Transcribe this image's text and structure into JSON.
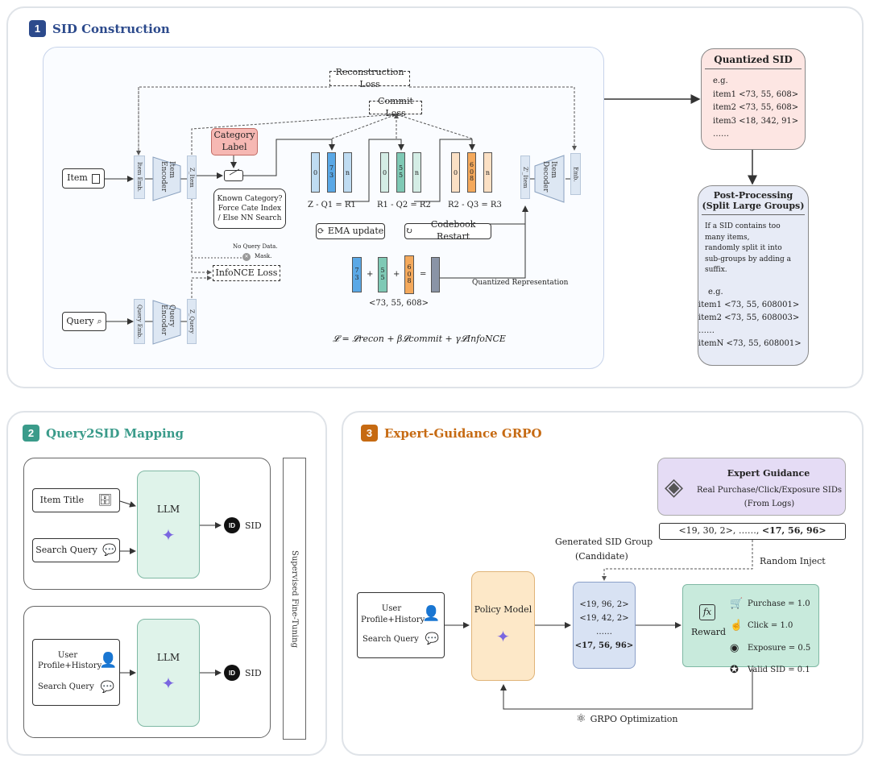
{
  "sections": {
    "s1": {
      "num": "1",
      "title": "SID Construction"
    },
    "s2": {
      "num": "2",
      "title": "Query2SID Mapping"
    },
    "s3": {
      "num": "3",
      "title": "Expert-Guidance GRPO"
    }
  },
  "colors": {
    "s1": "#2c4a8c",
    "s2": "#3a9b8a",
    "s3": "#c66a12",
    "blue_code": "#5aa8e6",
    "green_code": "#7fc9b5",
    "orange_code": "#f4a95c",
    "category": "#f6b8b3",
    "llm": "#dff3ea",
    "policy": "#fde8c8",
    "expert": "#e5dcf5"
  },
  "s1": {
    "item_label": "Item",
    "query_label": "Query",
    "item_emb": "Item Emb.",
    "query_emb": "Query Emb.",
    "item_encoder": "Item Encoder",
    "query_encoder": "Query Encoder",
    "z_item": "Z_Item",
    "z_query": "Z_Query",
    "category_label": "Category Label",
    "known_category": "Known Category? Force Cate Index / Else NN Search",
    "reconstruction_loss": "Reconstruction Loss",
    "commit_loss": "Commit Loss",
    "no_query_data": "No Query Data.",
    "mask": "Mask.",
    "infonce_loss": "InfoNCE Loss",
    "codebooks": [
      {
        "cells": [
          "0",
          "",
          "7\n3",
          "",
          "n"
        ],
        "caption": "Z - Q1 = R1"
      },
      {
        "cells": [
          "0",
          "",
          "5\n5",
          "",
          "n"
        ],
        "caption": "R1 - Q2 = R2"
      },
      {
        "cells": [
          "0",
          "",
          "6\n0\n8",
          "",
          "n"
        ],
        "caption": "R2 - Q3 = R3"
      }
    ],
    "ema_update": "EMA update",
    "codebook_restart": "Codebook Restart",
    "sum_codes": [
      "7\n3",
      "5\n5",
      "6\n0\n8"
    ],
    "plus": "+",
    "equals": "=",
    "sid_tuple": "<73, 55, 608>",
    "quantized_representation": "Quantized Representation",
    "z_item_hat": "Z'_Item",
    "item_decoder": "Item Decoder",
    "emb": "Emb.",
    "formula": "𝓛 = 𝓛recon + β𝓛commit + γ𝓛InfoNCE"
  },
  "quantized_sid": {
    "title": "Quantized SID",
    "lines": [
      "e.g.",
      "item1 <73, 55, 608>",
      "item2 <73, 55, 608>",
      "item3 <18, 342, 91>",
      "……"
    ]
  },
  "post_processing": {
    "title1": "Post-Processing",
    "title2": "(Split Large Groups)",
    "desc": [
      "If a SID contains too",
      "many items,",
      "randomly split it into",
      "sub-groups by adding a suffix."
    ],
    "lines": [
      "e.g.",
      "item1 <73, 55, 608001>",
      "item2 <73, 55, 608003>",
      "……",
      "itemN <73, 55, 608001>"
    ]
  },
  "s2": {
    "item_title": "Item Title",
    "search_query": "Search Query",
    "user_profile": "User Profile+History",
    "llm": "LLM",
    "sid": "SID",
    "id_badge": "ID",
    "sft": "Supervised Fine-Tuning"
  },
  "s3": {
    "expert_title": "Expert Guidance",
    "expert_desc1": "Real Purchase/Click/Exposure SIDs",
    "expert_desc2": "(From Logs)",
    "expert_sids_prefix": "<19, 30, 2>, ……, ",
    "expert_sids_bold": "<17, 56, 96>",
    "generated1": "Generated SID Group",
    "generated2": "(Candidate)",
    "random_inject": "Random Inject",
    "user_profile": "User Profile+History",
    "search_query": "Search Query",
    "policy_model": "Policy Model",
    "group": [
      "<19, 96, 2>",
      "<19, 42, 2>",
      "……"
    ],
    "group_bold": "<17, 56, 96>",
    "reward": "Reward",
    "rewards": [
      "Purchase = 1.0",
      "Click = 1.0",
      "Exposure = 0.5",
      "Valid SID = 0.1"
    ],
    "grpo": "GRPO Optimization"
  }
}
